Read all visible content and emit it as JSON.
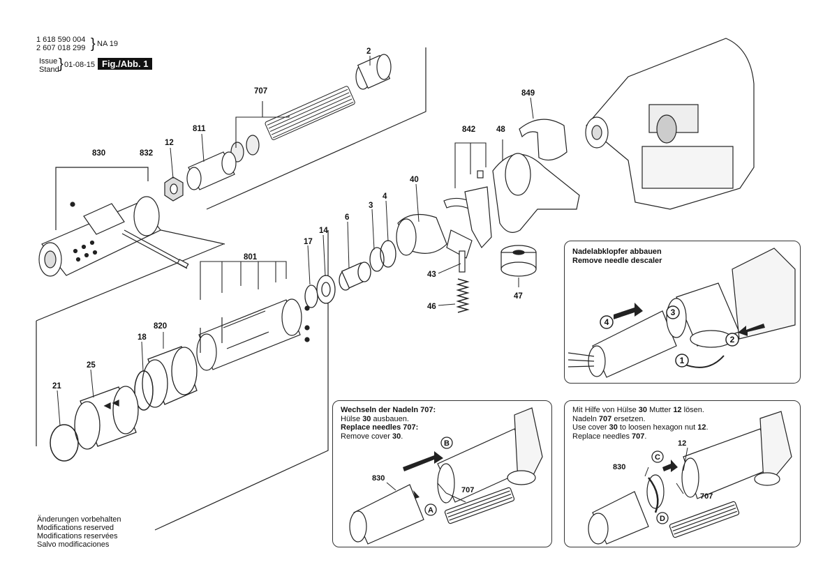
{
  "header": {
    "code1": "1 618 590 004",
    "code2": "2 607 018 299",
    "code_suffix": "NA 19",
    "issue_label": "Issue",
    "stand_label": "Stand",
    "date": "01-08-15",
    "figure_badge": "Fig./Abb. 1"
  },
  "notes": [
    "Änderungen vorbehalten",
    "Modifications reserved",
    "Modifications reservées",
    "Salvo modificaciones"
  ],
  "part_labels": {
    "p2": "2",
    "p707": "707",
    "p811": "811",
    "p12": "12",
    "p830": "830",
    "p832": "832",
    "p849": "849",
    "p842": "842",
    "p48": "48",
    "p40": "40",
    "p4": "4",
    "p3": "3",
    "p6": "6",
    "p14": "14",
    "p17": "17",
    "p801": "801",
    "p43": "43",
    "p46": "46",
    "p47": "47",
    "p820": "820",
    "p18": "18",
    "p25": "25",
    "p21": "21"
  },
  "panel_descaler": {
    "line1": "Nadelabklopfer abbauen",
    "line2": "Remove needle descaler",
    "steps": [
      "1",
      "2",
      "3",
      "4"
    ]
  },
  "panel_needles": {
    "line1_prefix": "Wechseln der Nadeln ",
    "line1_num": "707",
    "line1_suffix": ":",
    "line2_prefix": "Hülse ",
    "line2_num": "30",
    "line2_suffix": " ausbauen.",
    "line3_prefix": "Replace needles ",
    "line3_num": "707",
    "line3_suffix": ":",
    "line4_prefix": "Remove cover ",
    "line4_num": "30",
    "line4_suffix": ".",
    "label_830": "830",
    "label_707": "707",
    "marker_a": "A",
    "marker_b": "B"
  },
  "panel_nut": {
    "line1_prefix": "Mit Hilfe von Hülse ",
    "line1_num1": "30",
    "line1_mid": " Mutter ",
    "line1_num2": "12",
    "line1_suffix": " lösen.",
    "line2_prefix": "Nadeln ",
    "line2_num": "707",
    "line2_suffix": " ersetzen.",
    "line3_prefix": "Use cover ",
    "line3_num1": "30",
    "line3_mid": " to loosen hexagon nut ",
    "line3_num2": "12",
    "line3_suffix": ".",
    "line4_prefix": "Replace needles ",
    "line4_num": "707",
    "line4_suffix": ".",
    "label_12": "12",
    "label_830": "830",
    "label_707": "707",
    "marker_c": "C",
    "marker_d": "D"
  }
}
